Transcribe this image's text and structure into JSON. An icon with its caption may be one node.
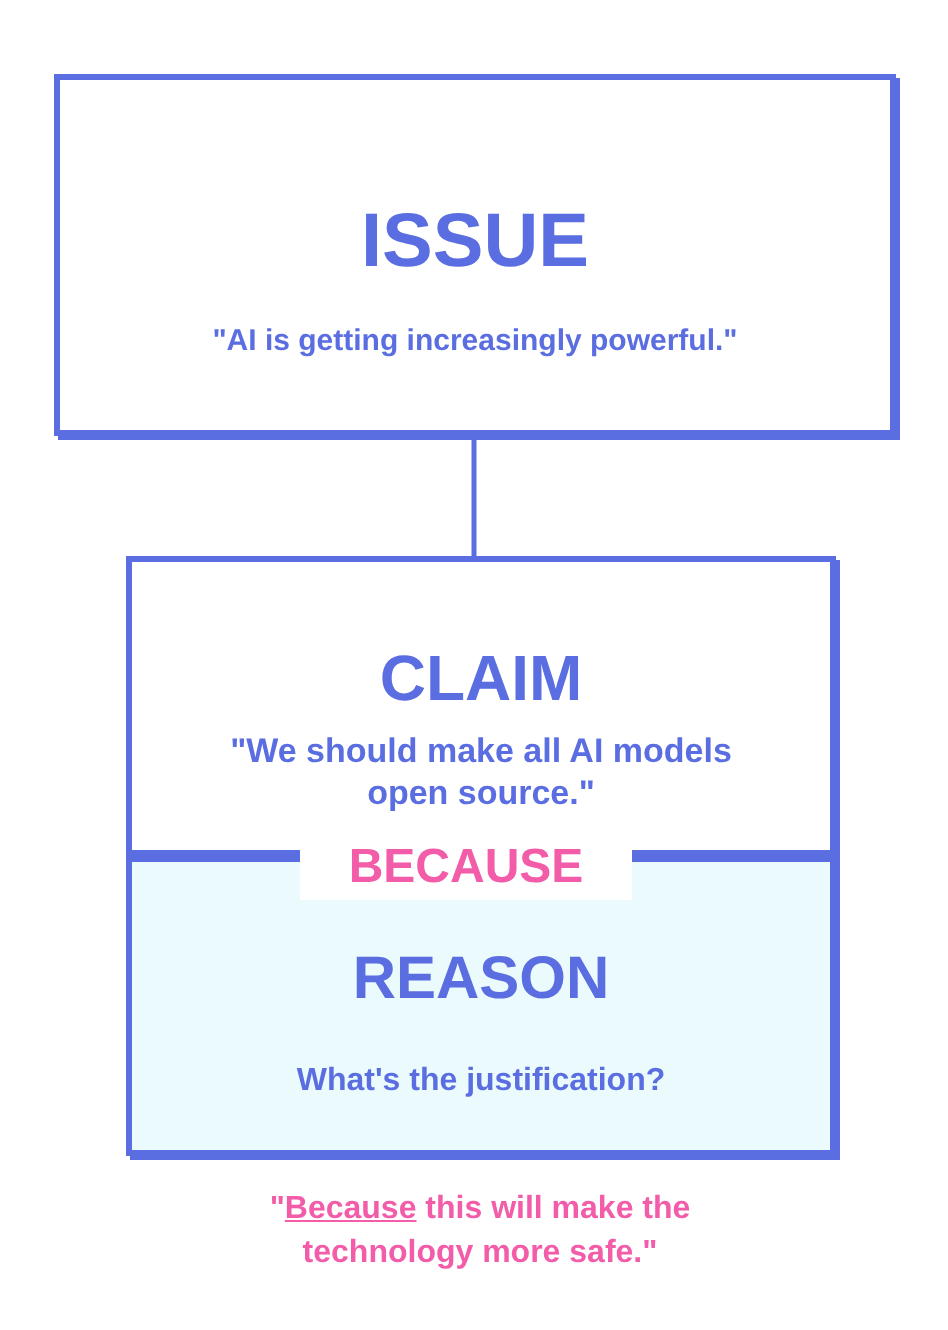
{
  "diagram": {
    "nodes": [
      {
        "text": [
          "ISSUE",
          "\"AI is getting increasingly powerful.\""
        ]
      },
      {
        "text": [
          "CLAIM",
          "\"We should make all AI models open source.\""
        ]
      },
      {
        "text": [
          "REASON",
          "What's the justification?"
        ]
      }
    ],
    "edges": [
      {
        "from": 0,
        "to": 1,
        "arrow": "none"
      }
    ],
    "labels": [
      "BECAUSE",
      "\"Because this will make the technology more safe.\""
    ]
  }
}
